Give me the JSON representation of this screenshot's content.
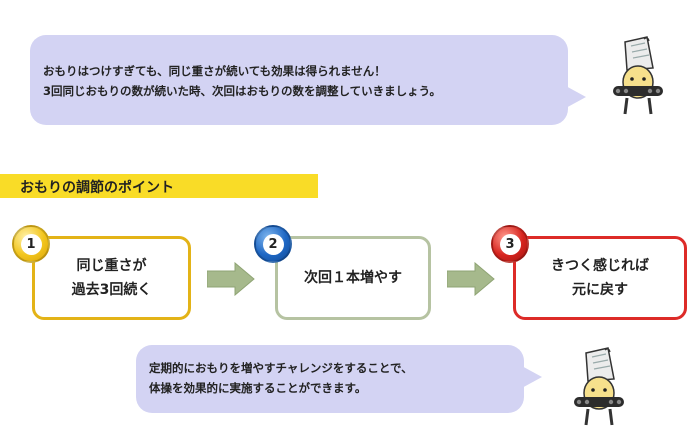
{
  "top_message": {
    "line1": "おもりはつけすぎても、同じ重さが続いても効果は得られません！",
    "line2": "3回同じおもりの数が続いた時、次回はおもりの数を調整していきましょう。"
  },
  "section_title": "おもりの調節のポイント",
  "steps": [
    {
      "number": "1",
      "text": "同じ重さが\n過去3回続く",
      "color": "#e3b317"
    },
    {
      "number": "2",
      "text": "次回１本増やす",
      "color": "#b6c3a2"
    },
    {
      "number": "3",
      "text": "きつく感じれば\n元に戻す",
      "color": "#dd2b28"
    }
  ],
  "bottom_message": {
    "line1": "定期的におもりを増やすチャレンジをすることで、",
    "line2": "体操を効果的に実施することができます。"
  },
  "colors": {
    "bubble": "#d3d3f3",
    "section_bar": "#f9dc27",
    "arrow": "#a6b98c"
  },
  "icons": [
    "mascot-icon",
    "arrow-right-icon"
  ]
}
